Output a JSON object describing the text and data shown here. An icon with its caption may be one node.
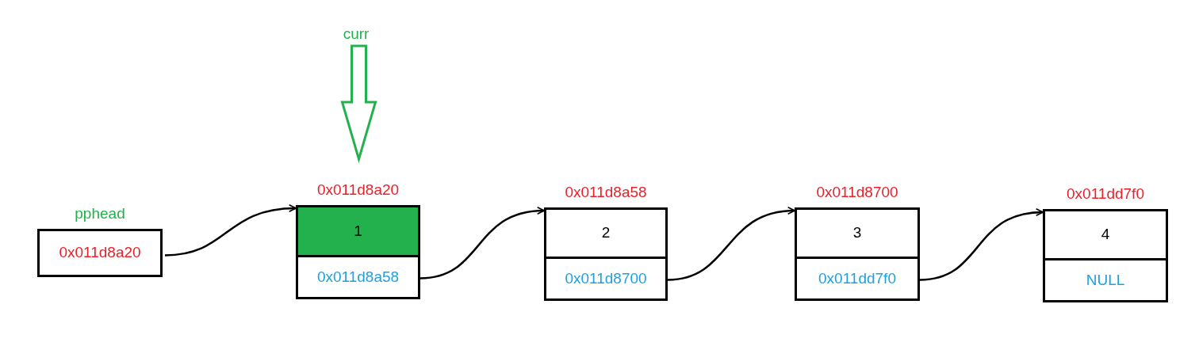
{
  "diagram": {
    "nodes": [
      {
        "text": [
          "pphead",
          "0x011d8a20"
        ]
      },
      {
        "text": [
          "0x011d8a20"
        ]
      },
      {
        "text": [
          "1"
        ],
        "in": 1
      },
      {
        "text": [
          "0x011d8a58"
        ],
        "in": 1
      },
      {
        "text": [
          "0x011d8a58"
        ]
      },
      {
        "text": [
          "2"
        ],
        "in": 4
      },
      {
        "text": [
          "0x011d8700"
        ],
        "in": 4
      },
      {
        "text": [
          "0x011d8700"
        ]
      },
      {
        "text": [
          "3"
        ],
        "in": 7
      },
      {
        "text": [
          "0x011dd7f0"
        ],
        "in": 7
      },
      {
        "text": [
          "0x011dd7f0"
        ]
      },
      {
        "text": [
          "4"
        ],
        "in": 10
      },
      {
        "text": [
          "NULL"
        ],
        "in": 10
      },
      {
        "text": [
          "curr"
        ]
      }
    ],
    "edges": [
      {
        "from": 0,
        "to": 1,
        "arrow": "to"
      },
      {
        "from": 3,
        "to": 4,
        "arrow": "to"
      },
      {
        "from": 6,
        "to": 7,
        "arrow": "to"
      },
      {
        "from": 9,
        "to": 10,
        "arrow": "to"
      },
      {
        "from": 13,
        "to": 1,
        "arrow": "to",
        "style": "thick",
        "color": "#22b14c"
      }
    ]
  }
}
